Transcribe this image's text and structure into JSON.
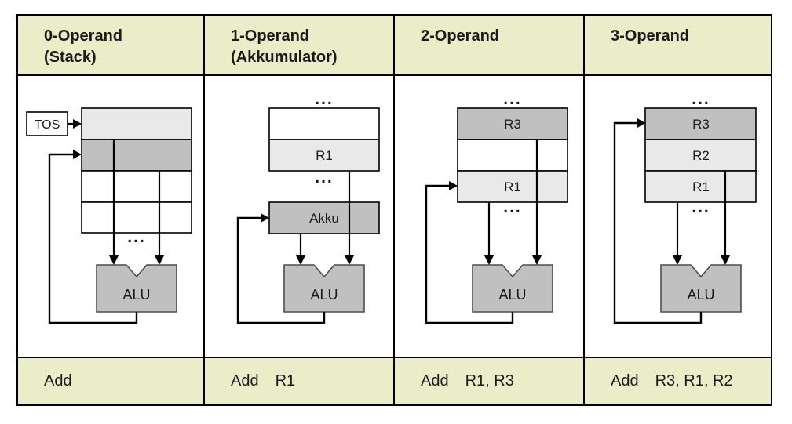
{
  "colors": {
    "band_bg": "#ebedc8",
    "cell_light": "#e9e9e9",
    "cell_dark": "#c0c0c0",
    "cell_white": "#ffffff",
    "alu_fill": "#c0c0c0",
    "line": "#000000"
  },
  "columns": [
    {
      "header": {
        "title": "0-Operand",
        "subtitle": "(Stack)"
      },
      "instruction": {
        "mnemonic": "Add",
        "operands": ""
      },
      "diagram": {
        "tos": "TOS",
        "alu": "ALU",
        "dots": "..."
      }
    },
    {
      "header": {
        "title": "1-Operand",
        "subtitle": "(Akkumulator)"
      },
      "instruction": {
        "mnemonic": "Add",
        "operands": "R1"
      },
      "diagram": {
        "alu": "ALU",
        "dots": "...",
        "accumulator": "Akku",
        "registers": {
          "r1": "R1"
        }
      }
    },
    {
      "header": {
        "title": "2-Operand",
        "subtitle": ""
      },
      "instruction": {
        "mnemonic": "Add",
        "operands": "R1, R3"
      },
      "diagram": {
        "alu": "ALU",
        "dots": "...",
        "registers": {
          "r3": "R3",
          "r1": "R1"
        }
      }
    },
    {
      "header": {
        "title": "3-Operand",
        "subtitle": ""
      },
      "instruction": {
        "mnemonic": "Add",
        "operands": "R3, R1, R2"
      },
      "diagram": {
        "alu": "ALU",
        "dots": "...",
        "registers": {
          "r3": "R3",
          "r2": "R2",
          "r1": "R1"
        }
      }
    }
  ]
}
